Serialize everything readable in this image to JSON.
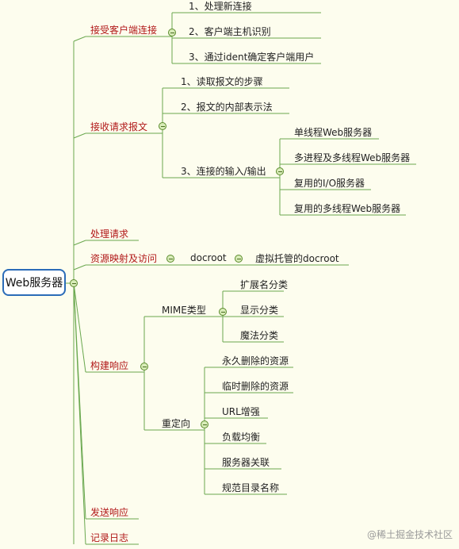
{
  "root": {
    "label": "Web服务器"
  },
  "branches": [
    {
      "label": "接受客户端连接",
      "children": [
        {
          "label": "1、处理新连接"
        },
        {
          "label": "2、客户端主机识别"
        },
        {
          "label": "3、通过ident确定客户端用户"
        }
      ]
    },
    {
      "label": "接收请求报文",
      "children": [
        {
          "label": "1、读取报文的步骤"
        },
        {
          "label": "2、报文的内部表示法"
        },
        {
          "label": "3、连接的输入/输出",
          "children": [
            {
              "label": "单线程Web服务器"
            },
            {
              "label": "多进程及多线程Web服务器"
            },
            {
              "label": "复用的I/O服务器"
            },
            {
              "label": "复用的多线程Web服务器"
            }
          ]
        }
      ]
    },
    {
      "label": "处理请求"
    },
    {
      "label": "资源映射及访问",
      "children": [
        {
          "label": "docroot",
          "children": [
            {
              "label": "虚拟托管的docroot"
            }
          ]
        }
      ]
    },
    {
      "label": "构建响应",
      "children": [
        {
          "label": "MIME类型",
          "children": [
            {
              "label": "扩展名分类"
            },
            {
              "label": "显示分类"
            },
            {
              "label": "魔法分类"
            }
          ]
        },
        {
          "label": "重定向",
          "children": [
            {
              "label": "永久删除的资源"
            },
            {
              "label": "临时删除的资源"
            },
            {
              "label": "URL增强"
            },
            {
              "label": "负载均衡"
            },
            {
              "label": "服务器关联"
            },
            {
              "label": "规范目录名称"
            }
          ]
        }
      ]
    },
    {
      "label": "发送响应"
    },
    {
      "label": "记录日志"
    }
  ],
  "watermark": "@稀土掘金技术社区",
  "colors": {
    "background": "#fdfdee",
    "branch_line": "#6aa84f",
    "root_border": "#2b6cb8",
    "primary_text": "#b11818"
  }
}
